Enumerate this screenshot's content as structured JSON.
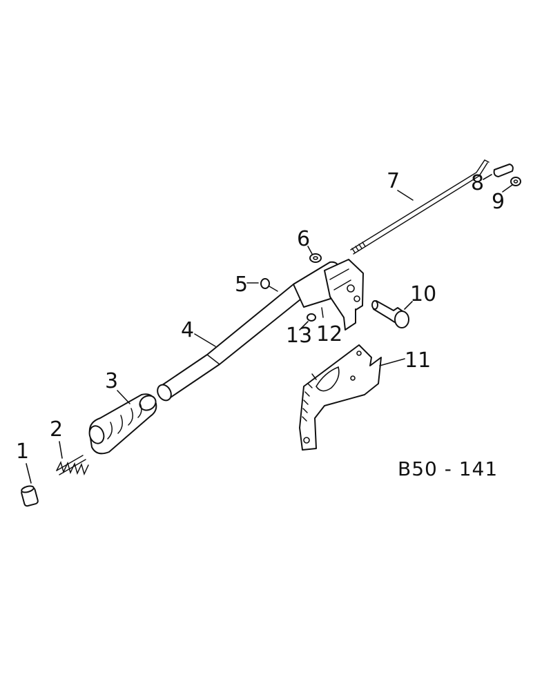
{
  "callouts": {
    "c1": "1",
    "c2": "2",
    "c3": "3",
    "c4": "4",
    "c5": "5",
    "c6": "6",
    "c7": "7",
    "c8": "8",
    "c9": "9",
    "c10": "10",
    "c11": "11",
    "c12": "12",
    "c13": "13"
  },
  "reference": "B50 - 141"
}
